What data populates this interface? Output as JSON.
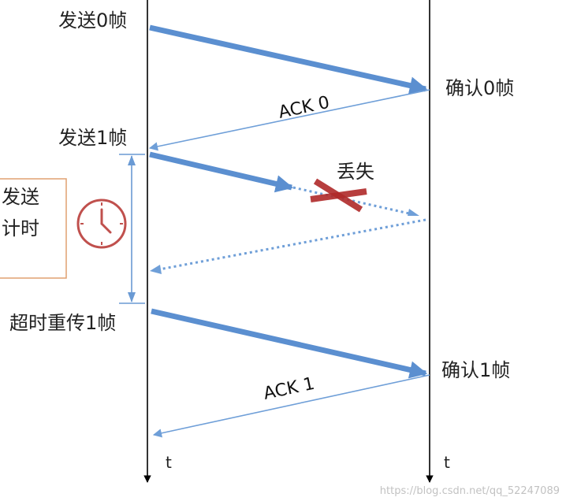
{
  "labels": {
    "send_frame0": "发送0帧",
    "confirm_frame0": "确认0帧",
    "ack0": "ACK 0",
    "send_frame1": "发送1帧",
    "lost": "丢失",
    "timer_line1": "发送",
    "timer_line2": "计时",
    "retransmit_frame1": "超时重传1帧",
    "confirm_frame1": "确认1帧",
    "ack1": "ACK 1",
    "time_left": "t",
    "time_right": "t"
  },
  "watermark": "https://blog.csdn.net/qq_52247089",
  "icons": {
    "timer": "clock-icon",
    "lost_mark": "cross-icon"
  },
  "colors": {
    "frame_arrow": "#5b8fd0",
    "ack_line": "#6f9fd8",
    "timer_bracket": "#6a9ad4",
    "clock": "#c0504d",
    "cross": "#b02a2a",
    "timer_box_border": "#e0a070",
    "timeline": "#000000"
  }
}
